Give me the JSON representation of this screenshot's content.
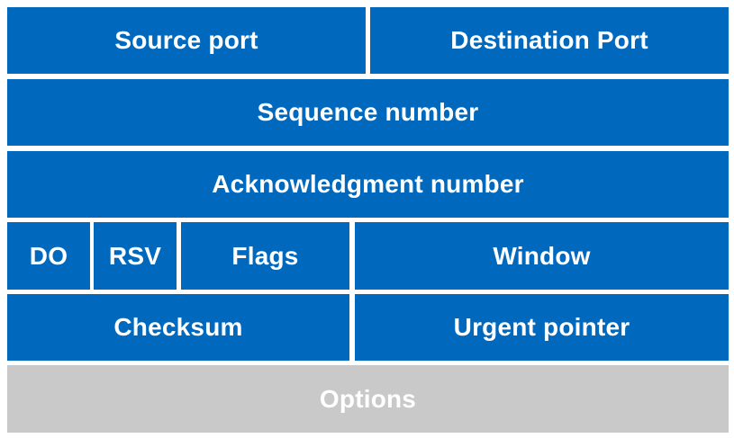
{
  "header": {
    "rows": [
      {
        "fields": [
          {
            "label": "Source port"
          },
          {
            "label": "Destination Port"
          }
        ]
      },
      {
        "fields": [
          {
            "label": "Sequence number"
          }
        ]
      },
      {
        "fields": [
          {
            "label": "Acknowledgment number"
          }
        ]
      },
      {
        "fields": [
          {
            "label": "DO"
          },
          {
            "label": "RSV"
          },
          {
            "label": "Flags"
          },
          {
            "label": "Window"
          }
        ]
      },
      {
        "fields": [
          {
            "label": "Checksum"
          },
          {
            "label": "Urgent pointer"
          }
        ]
      },
      {
        "fields": [
          {
            "label": "Options"
          }
        ]
      }
    ]
  },
  "colors": {
    "field": "#0069BE",
    "options": "#C9C9C9",
    "text": "#FFFFFF"
  }
}
